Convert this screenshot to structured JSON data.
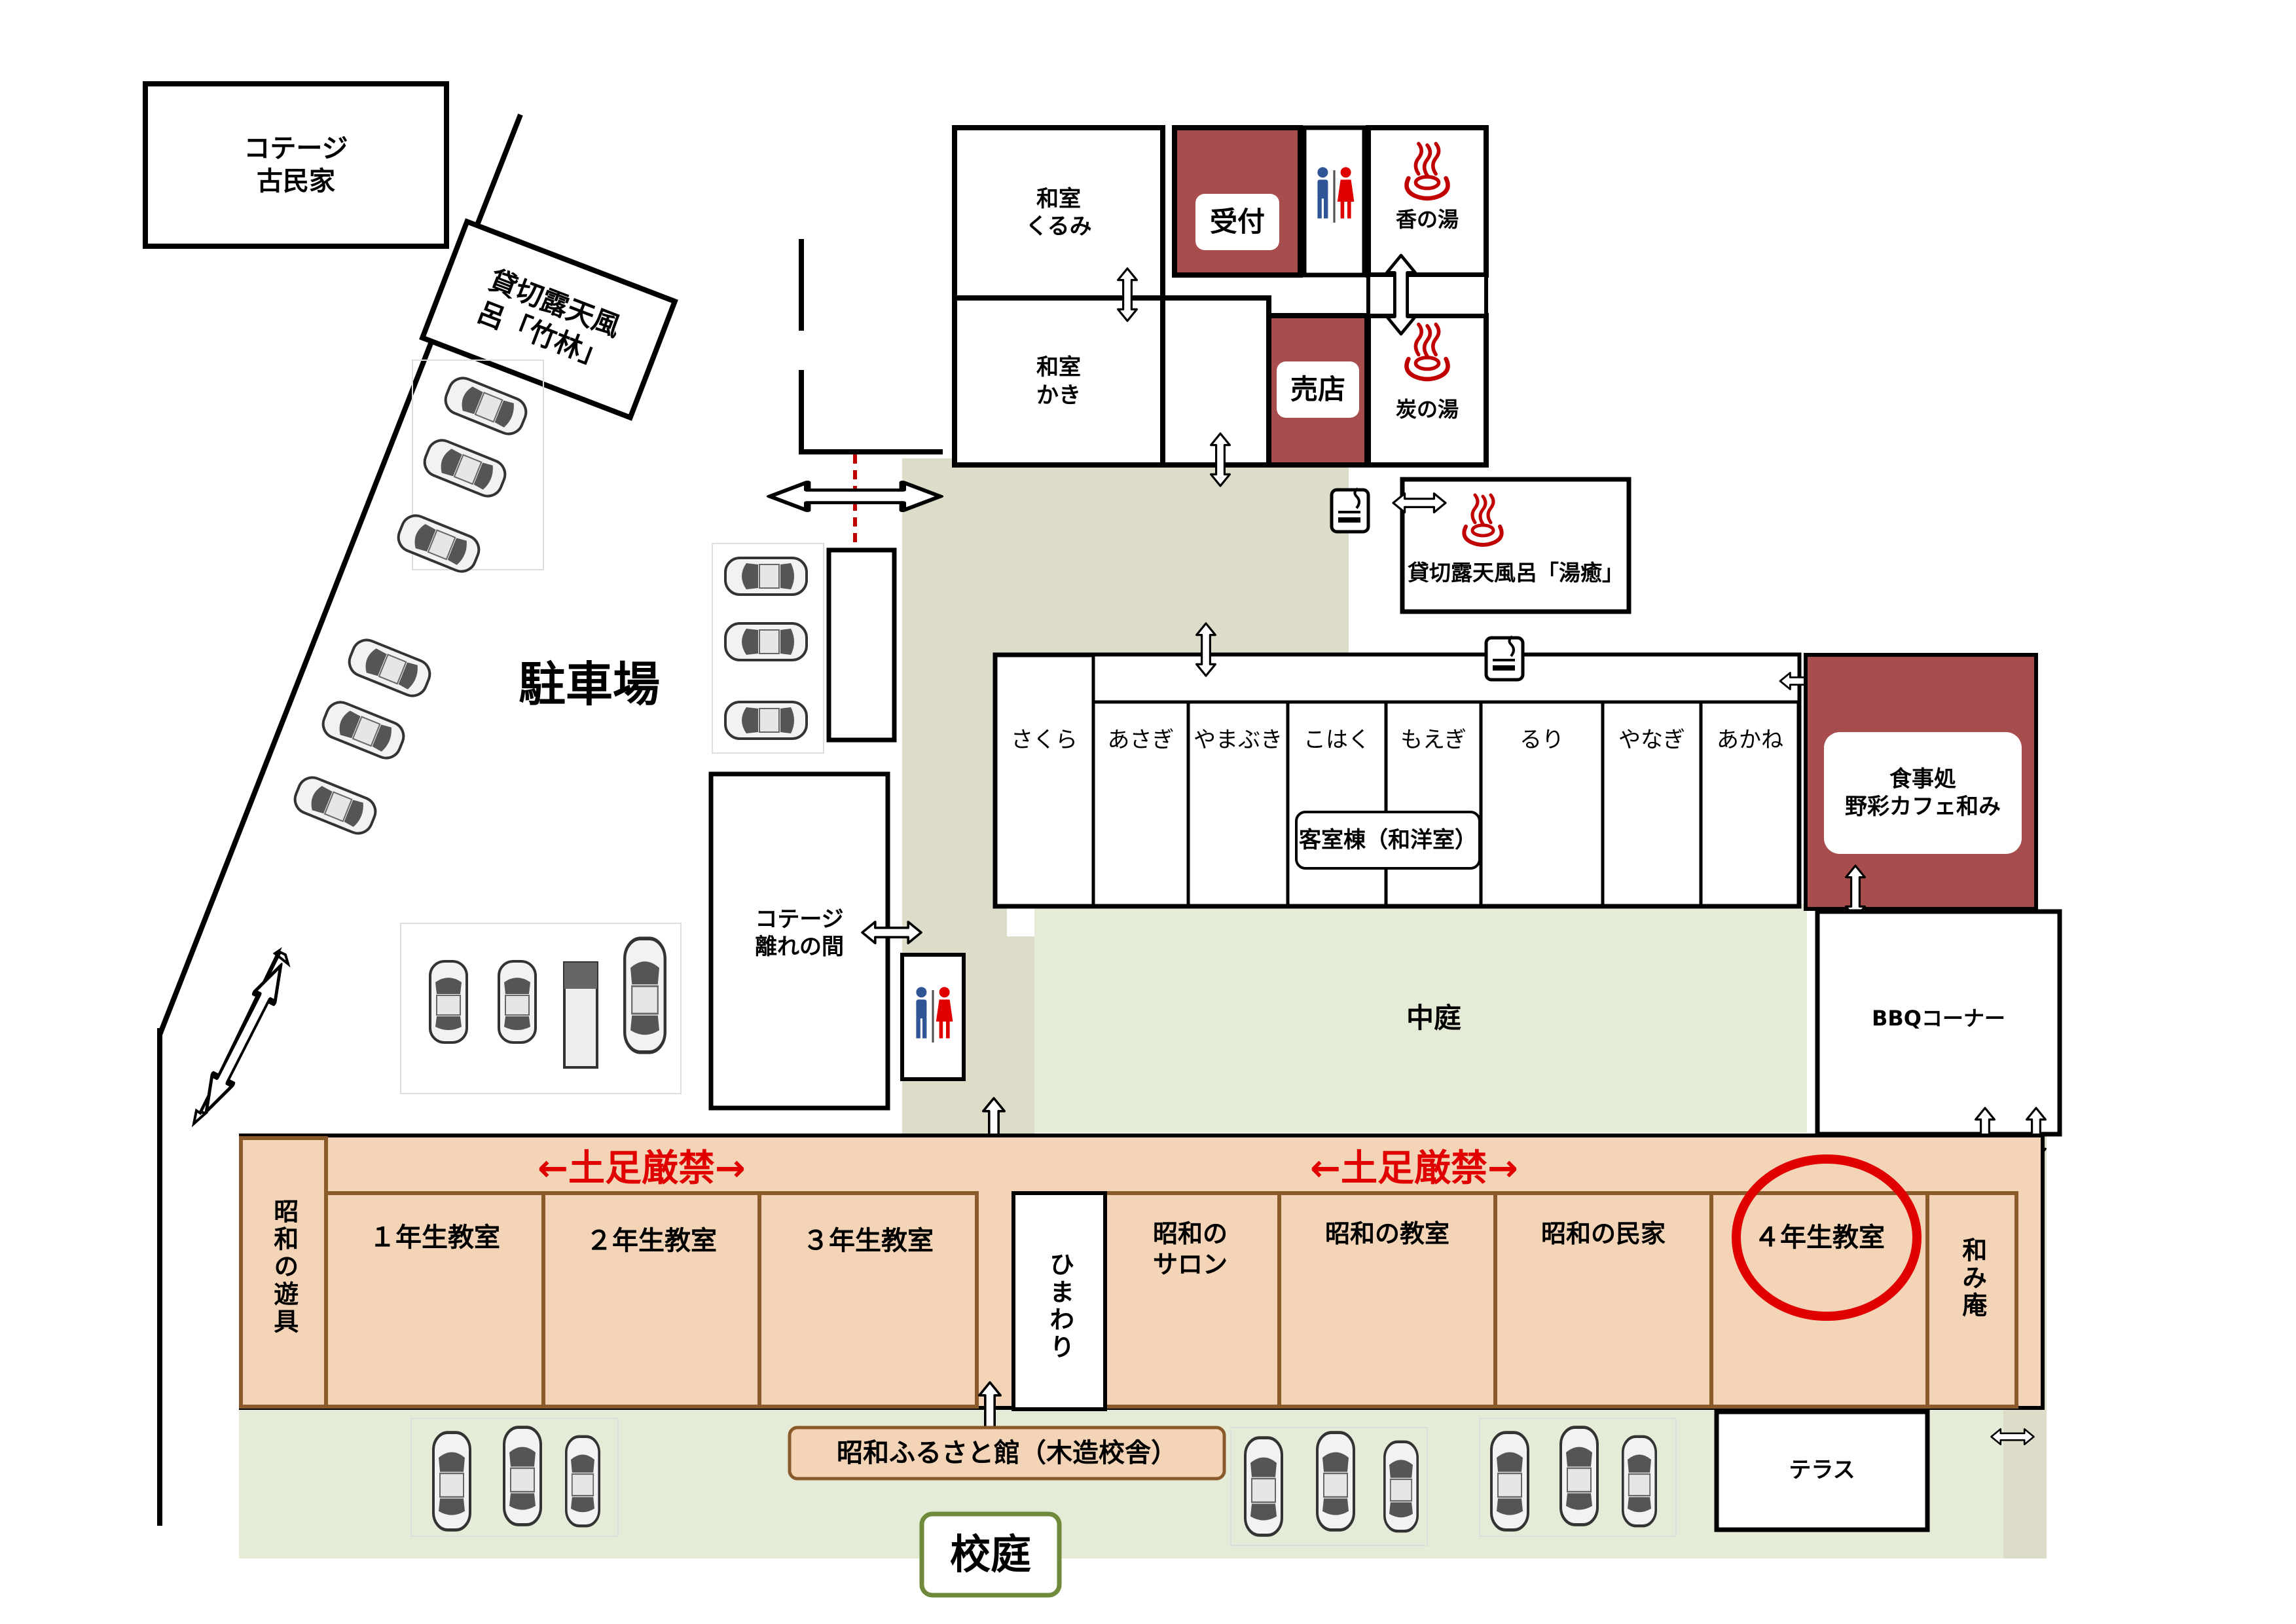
{
  "colors": {
    "ground_tan": "#dcdcc8",
    "ground_green": "#e4ebd6",
    "classroom_fill": "#f3d4b7",
    "classroom_border": "#8b5a2b",
    "facility_red": "#a84d4d",
    "restricted_text": "#e00000",
    "highlight_circle": "#e00000",
    "schoolyard_border": "#6e8a3a",
    "toilet_male": "#2f5597",
    "toilet_female": "#e00000",
    "onsen_symbol": "#c00000"
  },
  "labels": {
    "cottage_old_house": "コテージ\n古民家",
    "private_bath_bamboo": "貸切露天風\n呂「竹林」",
    "parking": "駐車場",
    "washitsu_kurumi": "和室\nくるみ",
    "washitsu_kaki": "和室\nかき",
    "reception": "受付",
    "shop": "売店",
    "kaori_bath": "香の湯",
    "sumi_bath": "炭の湯",
    "private_bath_yuyu": "貸切露天風呂「湯癒」",
    "guest_building": "客室棟（和洋室）",
    "dining": "食事処\n野彩カフェ和み",
    "cottage_annex": "コテージ\n離れの間",
    "courtyard": "中庭",
    "bbq": "BBQコーナー",
    "no_shoes_left": "←土足厳禁→",
    "no_shoes_right": "←土足厳禁→",
    "showa_toys": "昭和の遊具",
    "class1": "１年生教室",
    "class2": "２年生教室",
    "class3": "３年生教室",
    "himawari": "ひまわり",
    "showa_salon": "昭和の\nサロン",
    "showa_classroom": "昭和の教室",
    "showa_house": "昭和の民家",
    "class4": "４年生教室",
    "nagomi_an": "和み庵",
    "terrace": "テラス",
    "furusato_hall": "昭和ふるさと館（木造校舎）",
    "schoolyard": "校庭"
  },
  "guest_rooms": [
    "さくら",
    "あさぎ",
    "やまぶき",
    "こはく",
    "もえぎ",
    "るり",
    "やなぎ",
    "あかね"
  ],
  "icons": {
    "onsen": "hot-spring-icon",
    "toilet": "restroom-icon",
    "smoking": "smoking-area-icon",
    "arrow": "two-way-arrow-icon",
    "car": "parked-car-icon"
  }
}
